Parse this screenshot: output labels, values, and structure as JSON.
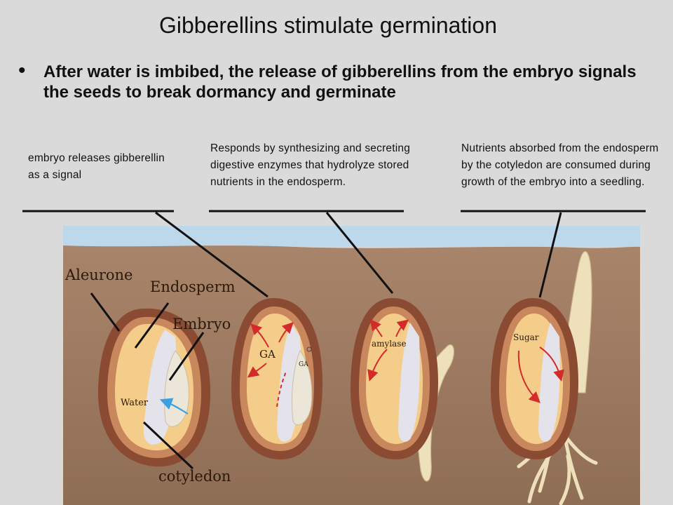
{
  "title": "Gibberellins stimulate germination",
  "bullet": "After water is imbibed, the release of gibberellins from the embryo signals the seeds to break dormancy and germinate",
  "captions": [
    "embryo releases gibberellin as a signal",
    "Responds by synthesizing and secreting digestive enzymes that hydrolyze stored nutrients in the endosperm.",
    "Nutrients absorbed from the endosperm by the cotyledon are consumed during growth of the embryo into a seedling."
  ],
  "labels": {
    "aleurone": "Aleurone",
    "endosperm": "Endosperm",
    "embryo": "Embryo",
    "water": "Water",
    "cotyledon": "cotyledon",
    "ga": "GA",
    "ga_small": "GA",
    "amylase": "amylase",
    "sugar": "Sugar"
  },
  "colors": {
    "background": "#dadada",
    "sky": "#bcd8ea",
    "soil": "#9c7b63",
    "seed_coat": "#8b4a32",
    "endosperm": "#f4cd8a",
    "embryo": "#ece6d8",
    "arrow": "#d42a2a",
    "water_arrow": "#3aa0e0"
  }
}
